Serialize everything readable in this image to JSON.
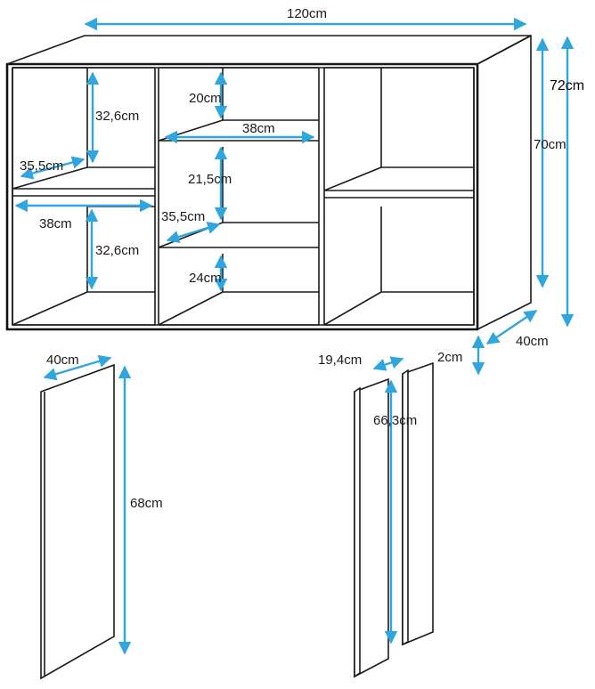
{
  "colors": {
    "dimension_line": "#2fa6de",
    "outline": "#1a1a1a"
  },
  "labels": {
    "total_width": "120cm",
    "total_height": "72cm",
    "inner_height": "70cm",
    "depth": "40cm",
    "base_thickness": "2cm",
    "left_top_height": "32,6cm",
    "left_depth": "35,5cm",
    "left_width": "38cm",
    "left_bottom_height": "32,6cm",
    "mid_top_height": "20cm",
    "mid_width": "38cm",
    "mid_middle_height": "21,5cm",
    "mid_depth": "35,5cm",
    "mid_bottom_height": "24cm",
    "side_panel_width": "40cm",
    "side_panel_height": "68cm",
    "door_width": "19,4cm",
    "door_height": "66,3cm"
  }
}
